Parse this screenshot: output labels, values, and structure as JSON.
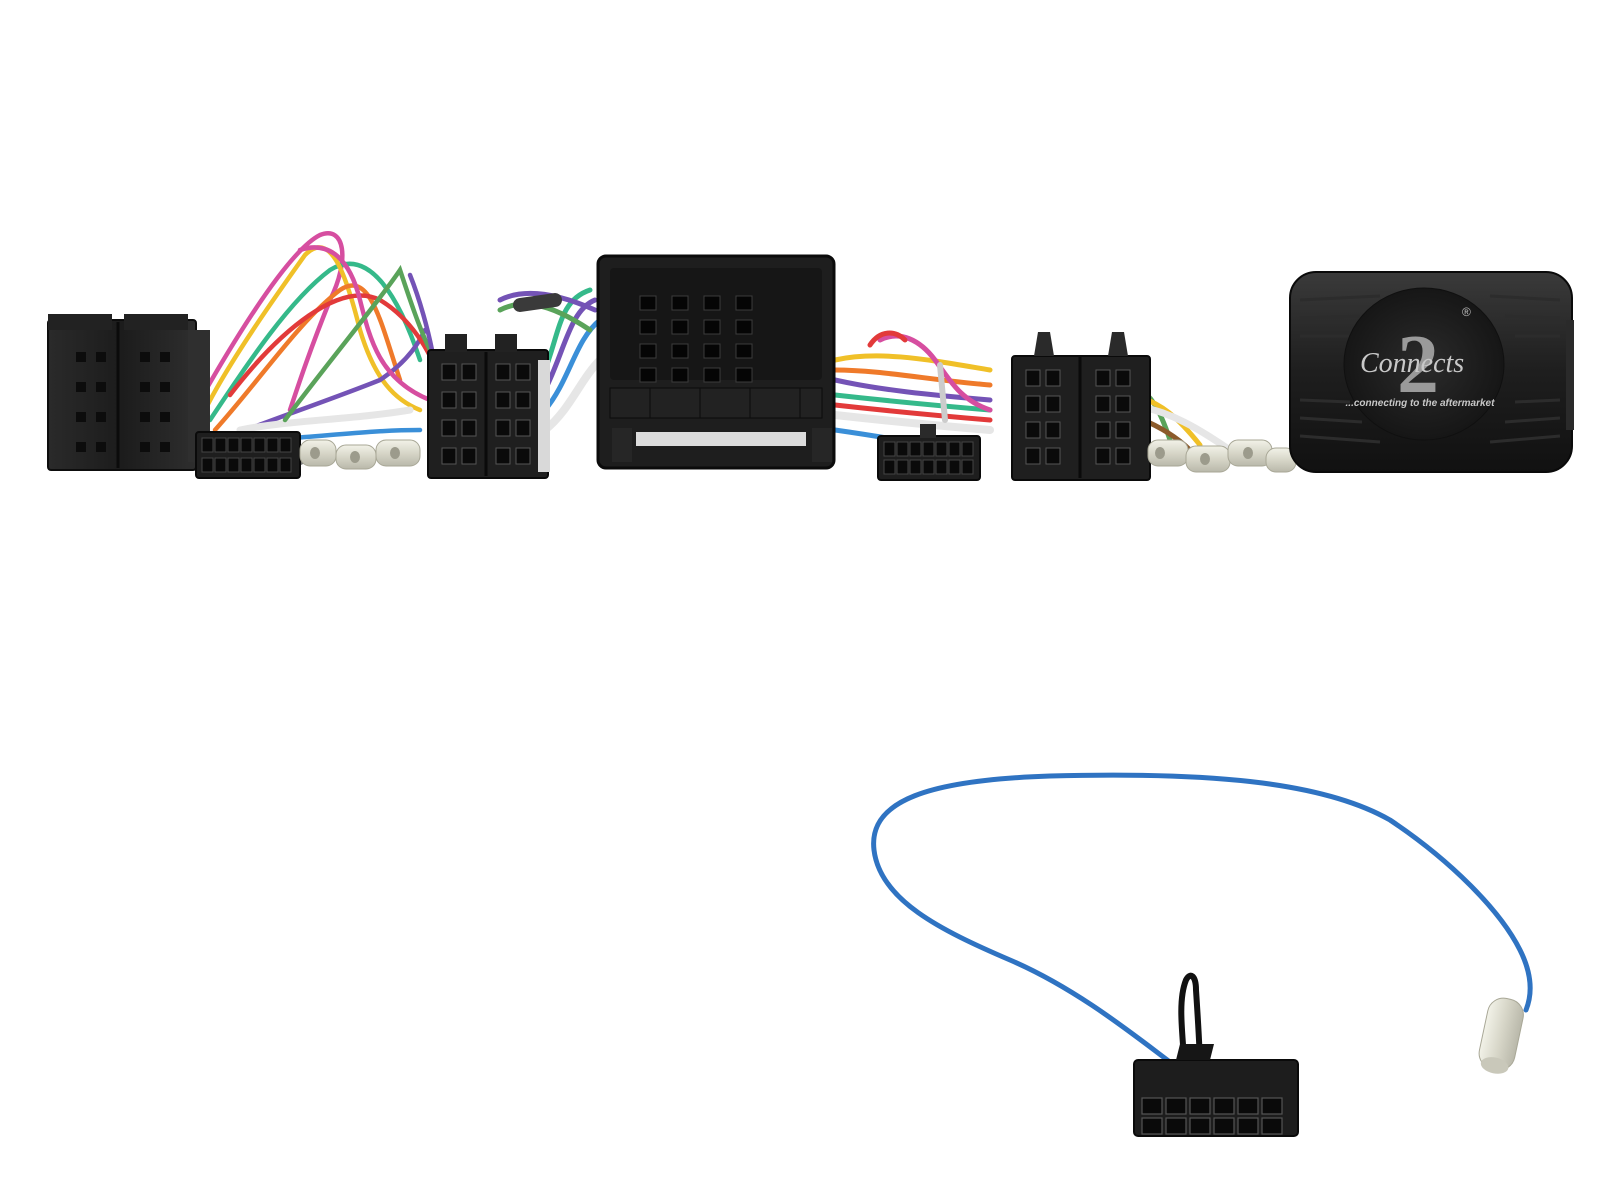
{
  "product_photo": {
    "harness": {
      "iso_block_colour": "#1d1d1d",
      "wire_colours": [
        "#d64ea0",
        "#35b98a",
        "#f0c028",
        "#ef7a2a",
        "#7453b6",
        "#e23a3a",
        "#e6e6e6",
        "#3a8fd8",
        "#5aa35a",
        "#8b5a2b"
      ]
    },
    "interface_box": {
      "logo_mark": "2",
      "logo_brand": "Connects",
      "logo_registered": "®",
      "logo_tagline": "...connecting to the aftermarket"
    },
    "patch_lead": {
      "cable_colour": "#2f73c2"
    }
  }
}
